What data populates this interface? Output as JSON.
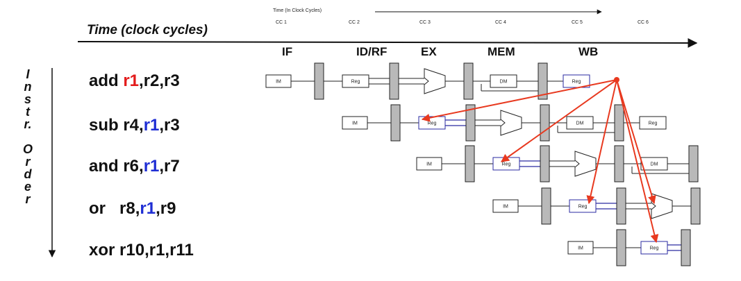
{
  "clock_axis": {
    "title": "Time (In Clock Cycles)",
    "cycles": [
      "CC 1",
      "CC 2",
      "CC 3",
      "CC 4",
      "CC 5",
      "CC 6"
    ]
  },
  "time_label": "Time (clock cycles)",
  "stage_headers": [
    "IF",
    "ID/RF",
    "EX",
    "MEM",
    "WB"
  ],
  "instr_order_label": [
    "I",
    "n",
    "s",
    "t",
    "r.",
    "O",
    "r",
    "d",
    "e",
    "r"
  ],
  "instructions": [
    {
      "op": "add",
      "sp": " ",
      "dest": "r1",
      "rest": ",r2,r3"
    },
    {
      "op": "sub",
      "sp": " ",
      "pre": "r4,",
      "src": "r1",
      "rest": ",r3"
    },
    {
      "op": "and",
      "sp": " ",
      "pre": "r6,",
      "src": "r1",
      "rest": ",r7"
    },
    {
      "op": "or",
      "sp": "   ",
      "pre": "r8,",
      "src": "r1",
      "rest": ",r9"
    },
    {
      "op": "xor",
      "sp": " ",
      "text": "r10,r1,r11"
    }
  ],
  "unit_labels": {
    "im": "IM",
    "reg": "Reg",
    "dm": "DM"
  },
  "colors": {
    "forward_arrow": "#e8391f",
    "reg_read": "#2a2aa0",
    "dest_highlight": "#e31b1b",
    "src_highlight": "#1f2ed4"
  }
}
